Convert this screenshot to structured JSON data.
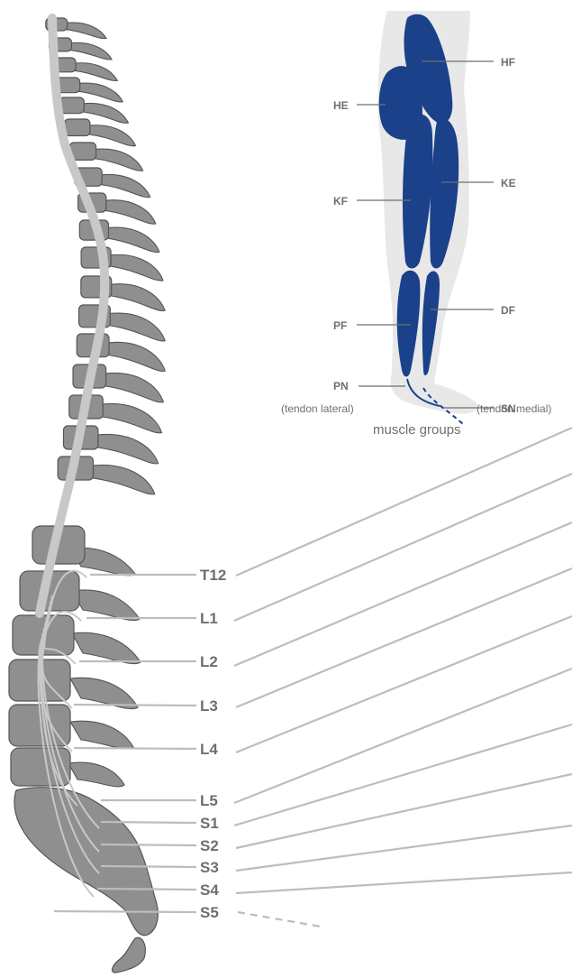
{
  "muscle_diagram": {
    "caption": "muscle groups",
    "labels": {
      "hf": "HF",
      "he": "HE",
      "kf": "KF",
      "ke": "KE",
      "pf": "PF",
      "df": "DF",
      "pn": "PN",
      "sn": "SN"
    },
    "notes": {
      "lateral": "(tendon lateral)",
      "medial": "(tendon medial)"
    }
  },
  "spine_levels": [
    "T12",
    "L1",
    "L2",
    "L3",
    "L4",
    "L5",
    "S1",
    "S2",
    "S3",
    "S4",
    "S5"
  ],
  "colors": {
    "muscle": "#1a4189",
    "bone": "#8f8f8f",
    "outline": "#555555",
    "cord": "#c8c8c8",
    "leader": "#bdbdbd",
    "text": "#6f6f6f"
  }
}
